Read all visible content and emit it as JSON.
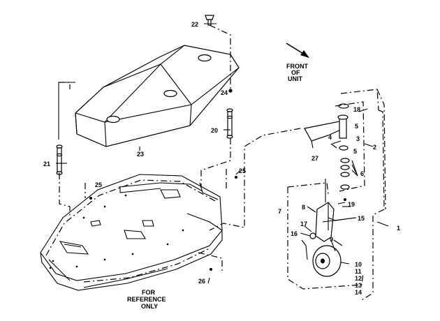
{
  "callouts": {
    "c1": "1",
    "c2": "2",
    "c3": "3",
    "c4": "4",
    "c5a": "5",
    "c5b": "5",
    "c6": "6",
    "c7": "7",
    "c8": "8",
    "c9": "9",
    "c10": "10",
    "c11": "11",
    "c12": "12",
    "c13": "13",
    "c14": "14",
    "c15": "15",
    "c16": "16",
    "c17": "17",
    "c18": "18",
    "c19": "19",
    "c20": "20",
    "c21": "21",
    "c22": "22",
    "c23": "23",
    "c24": "24",
    "c25a": "25",
    "c25b": "25",
    "c26": "26",
    "c27": "27"
  },
  "labels": {
    "front_line1": "FRONT",
    "front_line2": "OF",
    "front_line3": "UNIT",
    "ref_line1": "FOR",
    "ref_line2": "REFERENCE",
    "ref_line3": "ONLY"
  }
}
